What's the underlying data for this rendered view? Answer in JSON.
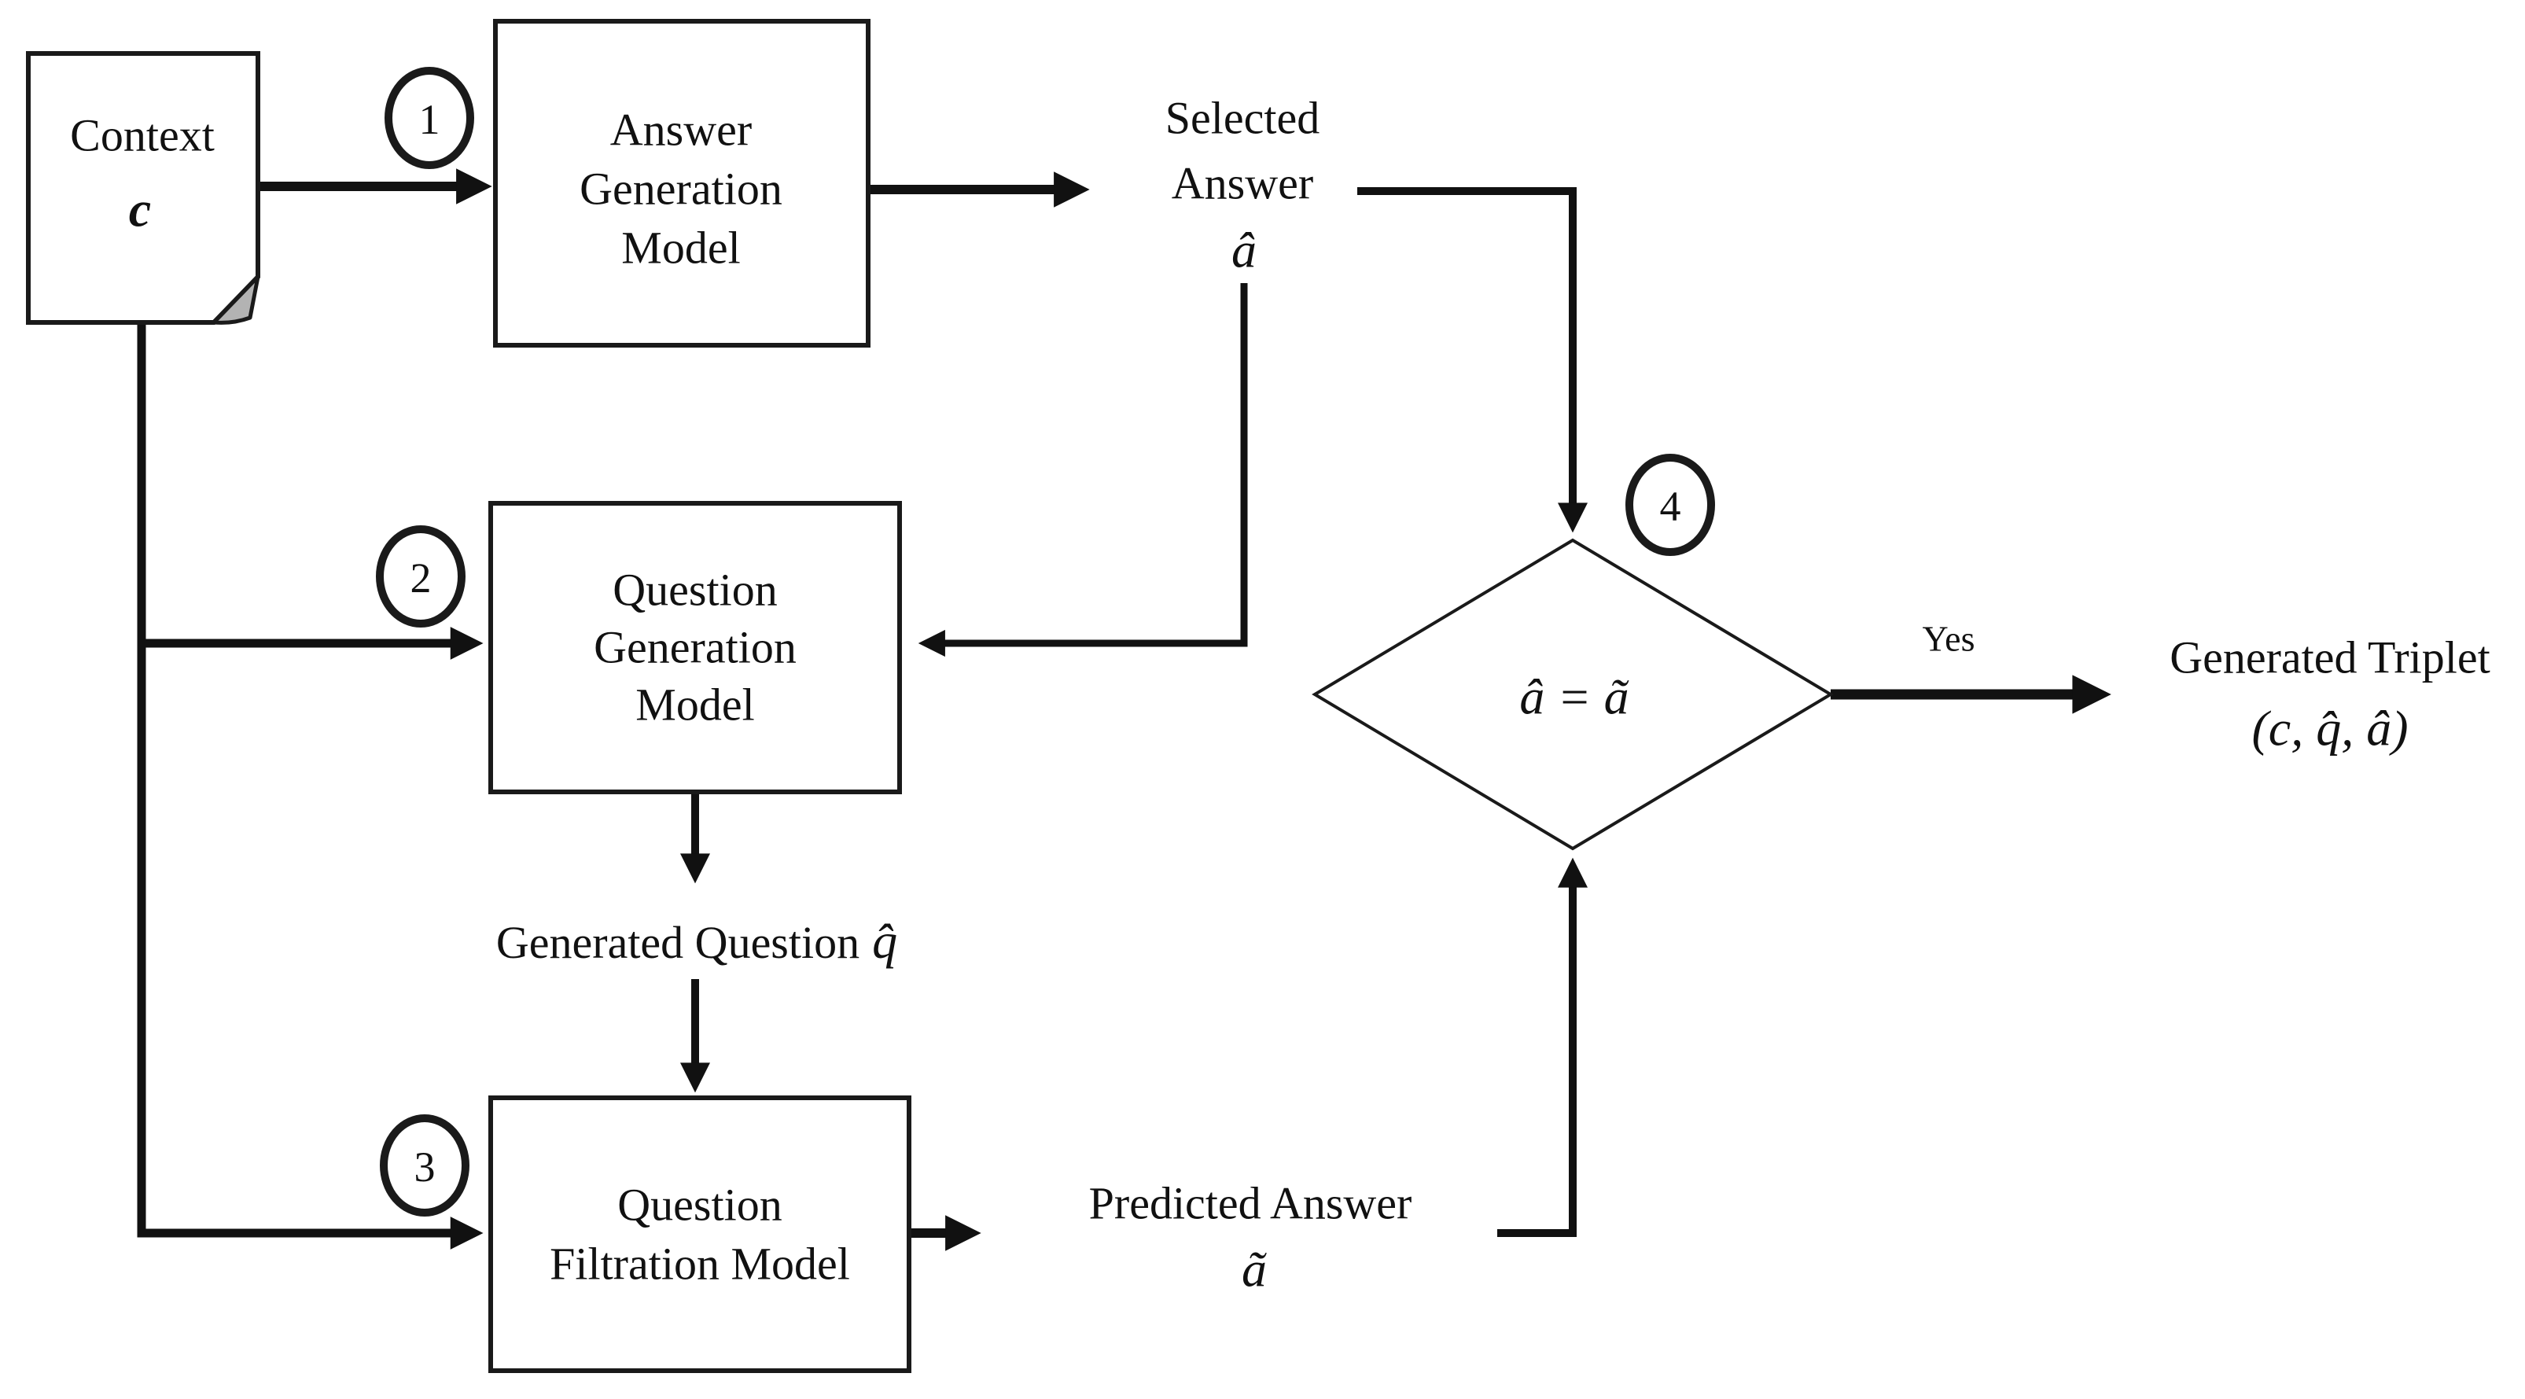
{
  "colors": {
    "ink": "#111111",
    "background": "#ffffff",
    "fold_fill": "#b3b3b3"
  },
  "context_node": {
    "label": "Context",
    "symbol": "c"
  },
  "step_badges": {
    "step1": "1",
    "step2": "2",
    "step3": "3",
    "step4": "4"
  },
  "answer_generation_model": {
    "line1": "Answer",
    "line2": "Generation",
    "line3": "Model"
  },
  "selected_answer": {
    "line1": "Selected",
    "line2": "Answer",
    "symbol": "â"
  },
  "question_generation_model": {
    "line1": "Question",
    "line2": "Generation",
    "line3": "Model"
  },
  "generated_question": {
    "label": "Generated Question",
    "symbol": "q̂"
  },
  "question_filtration_model": {
    "line1": "Question",
    "line2": "Filtration Model"
  },
  "predicted_answer": {
    "label": "Predicted Answer",
    "symbol": "ã"
  },
  "decision": {
    "condition": "â = ã"
  },
  "yes_branch": {
    "label": "Yes"
  },
  "generated_triplet": {
    "label": "Generated Triplet",
    "tuple": "(c, q̂, â)"
  }
}
